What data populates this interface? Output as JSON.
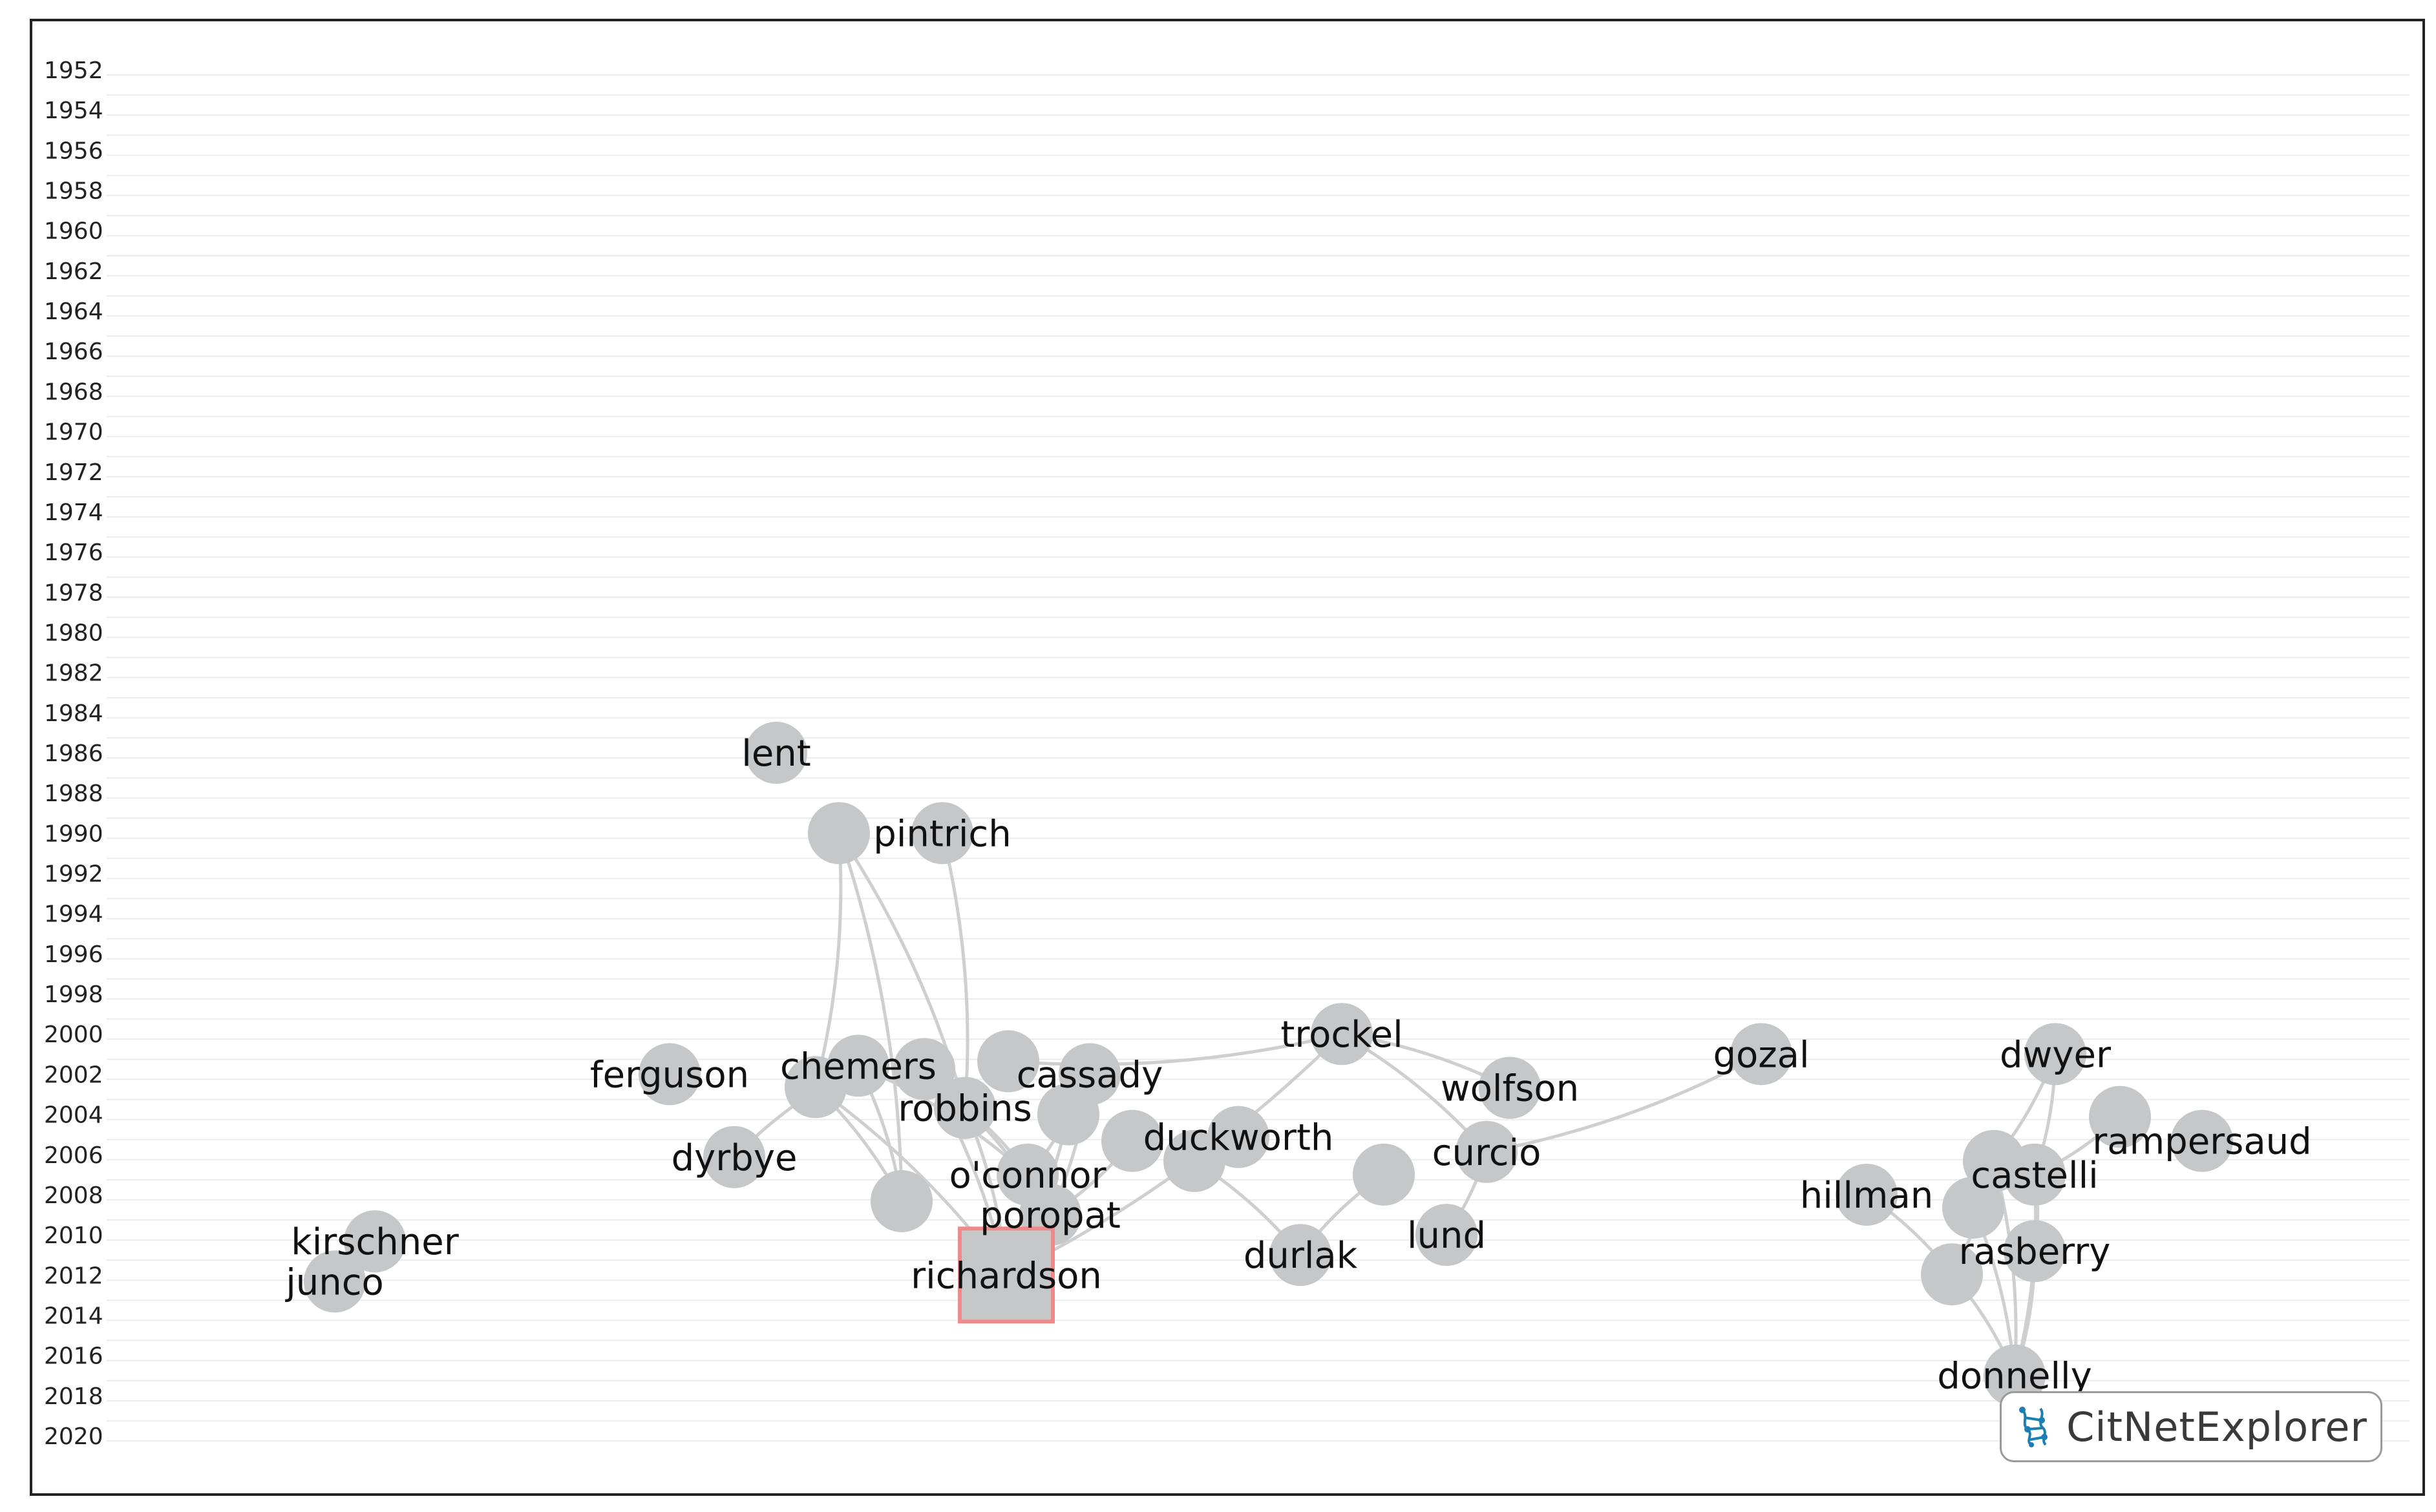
{
  "years": [
    "1952",
    "1954",
    "1956",
    "1958",
    "1960",
    "1962",
    "1964",
    "1966",
    "1968",
    "1970",
    "1972",
    "1974",
    "1976",
    "1978",
    "1980",
    "1982",
    "1984",
    "1986",
    "1988",
    "1990",
    "1992",
    "1994",
    "1996",
    "1998",
    "2000",
    "2002",
    "2004",
    "2006",
    "2008",
    "2010",
    "2012",
    "2014",
    "2016",
    "2018",
    "2020"
  ],
  "nodes": [
    {
      "id": "lent",
      "label": "lent",
      "year": 1986
    },
    {
      "id": "p1990",
      "label": "",
      "year": 1990
    },
    {
      "id": "pintrich",
      "label": "pintrich",
      "year": 1990
    },
    {
      "id": "ferguson",
      "label": "ferguson",
      "year": 2002
    },
    {
      "id": "chemers",
      "label": "chemers",
      "year": 2001
    },
    {
      "id": "ch2",
      "label": "",
      "year": 2002
    },
    {
      "id": "n2002a",
      "label": "",
      "year": 2002
    },
    {
      "id": "n2002b",
      "label": "",
      "year": 2002
    },
    {
      "id": "cassady",
      "label": "cassady",
      "year": 2002
    },
    {
      "id": "robbins",
      "label": "robbins",
      "year": 2004
    },
    {
      "id": "n2004",
      "label": "",
      "year": 2004
    },
    {
      "id": "trockel",
      "label": "trockel",
      "year": 2000
    },
    {
      "id": "wolfson",
      "label": "wolfson",
      "year": 2003
    },
    {
      "id": "gozal",
      "label": "gozal",
      "year": 2001
    },
    {
      "id": "duckworth",
      "label": "duckworth",
      "year": 2005
    },
    {
      "id": "dk2",
      "label": "",
      "year": 2005
    },
    {
      "id": "dk3",
      "label": "",
      "year": 2006
    },
    {
      "id": "dyrbye",
      "label": "dyrbye",
      "year": 2006
    },
    {
      "id": "oconnor",
      "label": "o'connor",
      "year": 2007
    },
    {
      "id": "n2008",
      "label": "",
      "year": 2008
    },
    {
      "id": "poropat",
      "label": "poropat",
      "year": 2009
    },
    {
      "id": "richardson",
      "label": "richardson",
      "year": 2012
    },
    {
      "id": "n2007",
      "label": "",
      "year": 2007
    },
    {
      "id": "curcio",
      "label": "curcio",
      "year": 2006
    },
    {
      "id": "lund",
      "label": "lund",
      "year": 2010
    },
    {
      "id": "durlak",
      "label": "durlak",
      "year": 2011
    },
    {
      "id": "kirschner",
      "label": "kirschner",
      "year": 2010
    },
    {
      "id": "junco",
      "label": "junco",
      "year": 2012
    },
    {
      "id": "dwyer",
      "label": "dwyer",
      "year": 2001
    },
    {
      "id": "rampersaud",
      "label": "rampersaud",
      "year": 2005
    },
    {
      "id": "rp2",
      "label": "",
      "year": 2004
    },
    {
      "id": "castelli",
      "label": "castelli",
      "year": 2007
    },
    {
      "id": "cs2",
      "label": "",
      "year": 2006
    },
    {
      "id": "hillman",
      "label": "hillman",
      "year": 2008
    },
    {
      "id": "hm2",
      "label": "",
      "year": 2008
    },
    {
      "id": "rasberry",
      "label": "rasberry",
      "year": 2011
    },
    {
      "id": "rb2",
      "label": "",
      "year": 2011
    },
    {
      "id": "donnelly",
      "label": "donnelly",
      "year": 2017
    }
  ],
  "selected_node": "richardson",
  "colors": {
    "node": "#c6c7c9",
    "edge": "#cfcfcf",
    "selection": "#f08a8a",
    "grid": "#ececec"
  },
  "badge": {
    "text": "CitNetExplorer",
    "icon": "citnetexplorer-logo-icon"
  }
}
